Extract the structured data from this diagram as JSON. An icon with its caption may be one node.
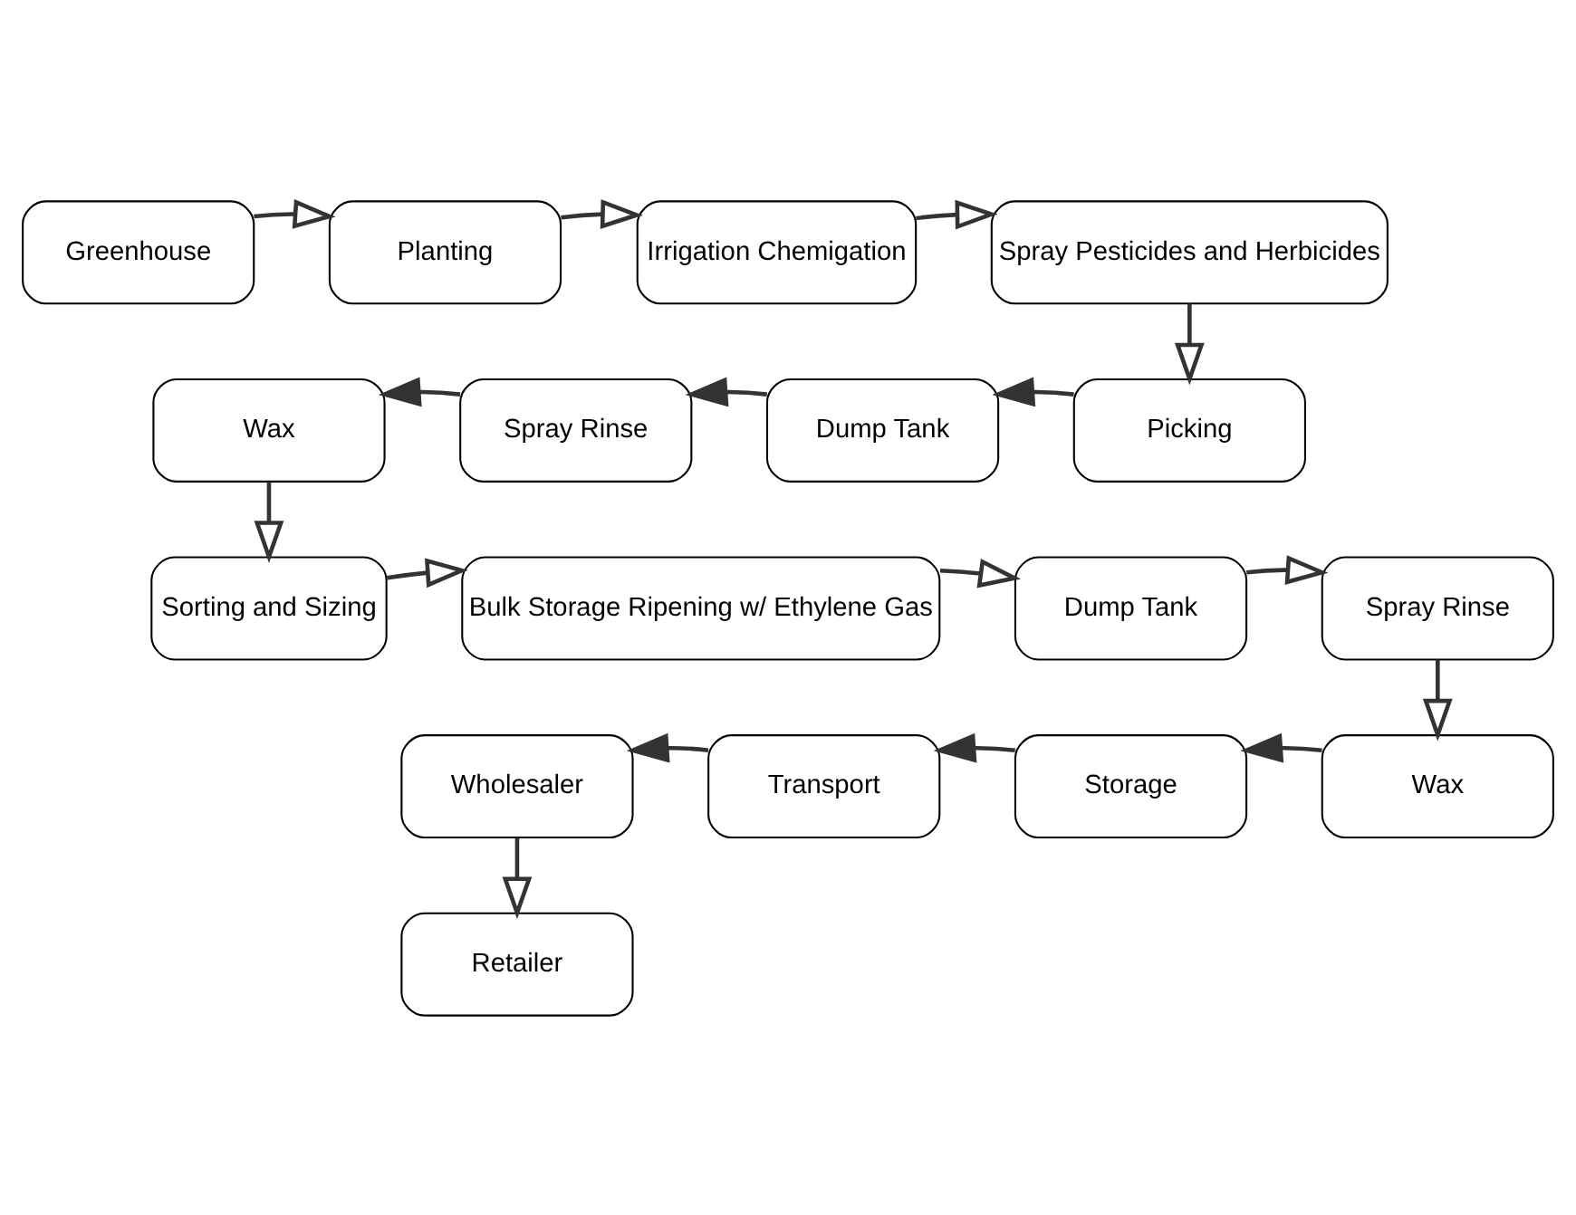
{
  "diagram": {
    "nodes": [
      {
        "text": [
          "Greenhouse"
        ]
      },
      {
        "text": [
          "Planting"
        ]
      },
      {
        "text": [
          "Irrigation Chemigation"
        ]
      },
      {
        "text": [
          "Spray Pesticides and Herbicides"
        ]
      },
      {
        "text": [
          "Wax"
        ]
      },
      {
        "text": [
          "Spray Rinse"
        ]
      },
      {
        "text": [
          "Dump Tank"
        ]
      },
      {
        "text": [
          "Picking"
        ]
      },
      {
        "text": [
          "Sorting and Sizing"
        ]
      },
      {
        "text": [
          "Bulk Storage Ripening w/ Ethylene Gas"
        ]
      },
      {
        "text": [
          "Dump Tank"
        ]
      },
      {
        "text": [
          "Spray Rinse"
        ]
      },
      {
        "text": [
          "Wholesaler"
        ]
      },
      {
        "text": [
          "Transport"
        ]
      },
      {
        "text": [
          "Storage"
        ]
      },
      {
        "text": [
          "Wax"
        ]
      },
      {
        "text": [
          "Retailer"
        ]
      }
    ],
    "edges": [
      {
        "from": 0,
        "to": 1,
        "arrow": "to"
      },
      {
        "from": 1,
        "to": 2,
        "arrow": "to"
      },
      {
        "from": 2,
        "to": 3,
        "arrow": "to"
      },
      {
        "from": 3,
        "to": 7,
        "arrow": "to"
      },
      {
        "from": 7,
        "to": 6,
        "arrow": "to"
      },
      {
        "from": 6,
        "to": 5,
        "arrow": "to"
      },
      {
        "from": 5,
        "to": 4,
        "arrow": "to"
      },
      {
        "from": 4,
        "to": 8,
        "arrow": "to"
      },
      {
        "from": 8,
        "to": 9,
        "arrow": "to"
      },
      {
        "from": 9,
        "to": 10,
        "arrow": "to"
      },
      {
        "from": 10,
        "to": 11,
        "arrow": "to"
      },
      {
        "from": 11,
        "to": 15,
        "arrow": "to"
      },
      {
        "from": 15,
        "to": 14,
        "arrow": "to"
      },
      {
        "from": 14,
        "to": 13,
        "arrow": "to"
      },
      {
        "from": 13,
        "to": 12,
        "arrow": "to"
      },
      {
        "from": 12,
        "to": 16,
        "arrow": "to"
      }
    ]
  }
}
